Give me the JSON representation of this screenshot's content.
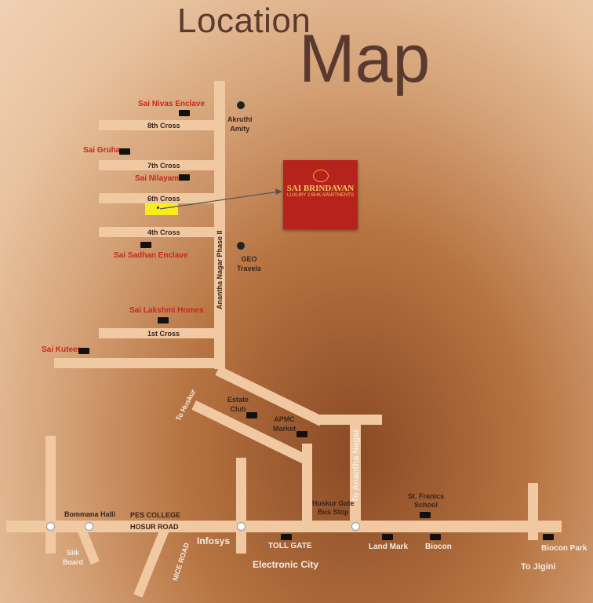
{
  "title": {
    "line1": "Location",
    "line2": "Map"
  },
  "logo": {
    "name": "SAI BRINDAVAN",
    "subtitle": "LUXURY 2 BHK APARTMENTS"
  },
  "streets": {
    "cross8": "8th Cross",
    "cross7": "7th Cross",
    "cross6": "6th Cross",
    "cross4": "4th Cross",
    "cross1": "1st Cross",
    "phase2": "Anantha Nagar Phase II",
    "to_huskur": "To Huskur",
    "to_anantha": "To Anantha Nagar",
    "hosur": "HOSUR ROAD",
    "nice": "NICE ROAD"
  },
  "places": {
    "sai_nivas": "Sai Nivas Enclave",
    "sai_gruha": "Sai Gruha",
    "sai_nilayam": "Sai Nilayam",
    "sai_sadhan": "Sai Sadhan Enclave",
    "sai_lakshmi": "Sai Lakshmi Homes",
    "sai_kuteer": "Sai Kuteer",
    "akruthi": "Akruthi\nAmity",
    "geo": "GEO\nTravels",
    "estate": "Estate\nClub",
    "apmc": "APMC\nMarket",
    "bommana": "Bommana Halli",
    "pes": "PES COLLEGE",
    "silk": "Silk\nBoard",
    "infosys": "Infosys",
    "toll": "TOLL GATE",
    "electronic": "Electronic City",
    "huskur_gate": "Huskur Gate\nBus Stop",
    "st_francis": "St. Franics\nSchool",
    "landmark": "Land Mark",
    "biocon": "Biocon",
    "biocon_park": "Biocon Park",
    "jigini": "To Jigini"
  },
  "colors": {
    "road": "#f0c8a2",
    "label_red": "#c62a1a",
    "logo_bg": "#b5231c",
    "highlight": "#f5ee1c"
  }
}
